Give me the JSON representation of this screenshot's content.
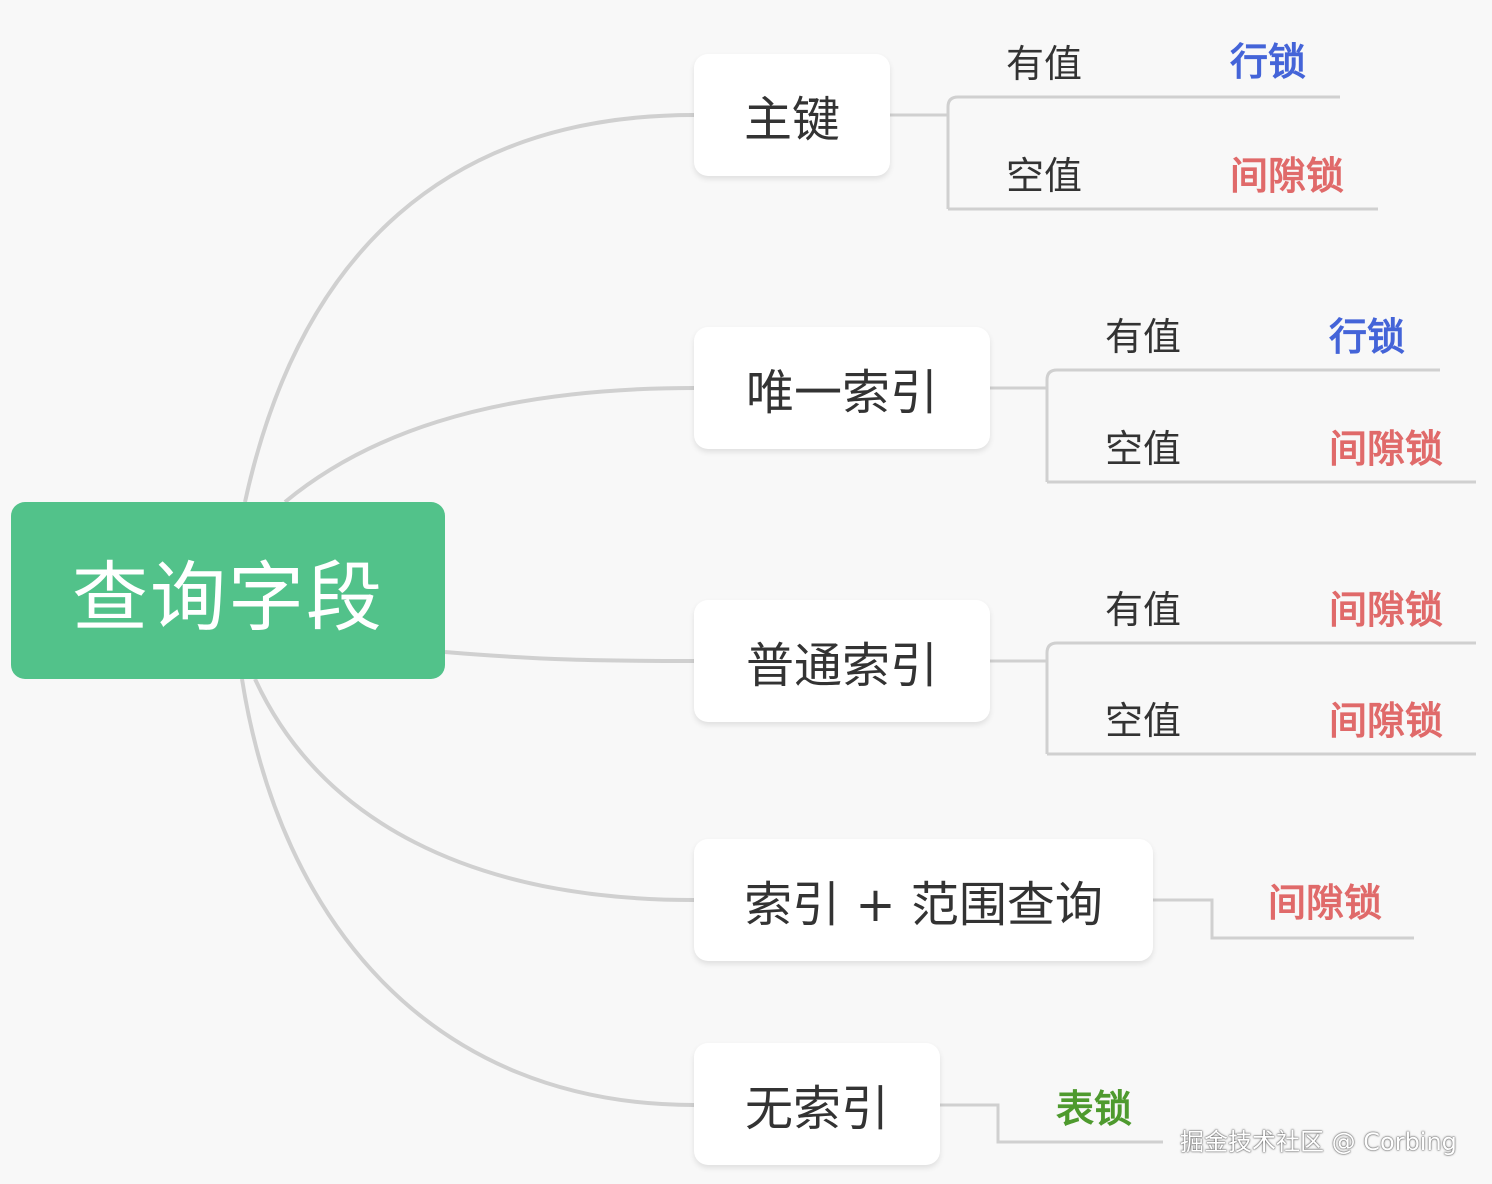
{
  "root": {
    "label": "查询字段"
  },
  "branches": [
    {
      "label": "主键",
      "leaves": [
        {
          "condition": "有值",
          "lock": "行锁",
          "lock_type": "row"
        },
        {
          "condition": "空值",
          "lock": "间隙锁",
          "lock_type": "gap"
        }
      ]
    },
    {
      "label": "唯一索引",
      "leaves": [
        {
          "condition": "有值",
          "lock": "行锁",
          "lock_type": "row"
        },
        {
          "condition": "空值",
          "lock": "间隙锁",
          "lock_type": "gap"
        }
      ]
    },
    {
      "label": "普通索引",
      "leaves": [
        {
          "condition": "有值",
          "lock": "间隙锁",
          "lock_type": "gap"
        },
        {
          "condition": "空值",
          "lock": "间隙锁",
          "lock_type": "gap"
        }
      ]
    },
    {
      "label": "索引 + 范围查询",
      "leaves": [
        {
          "lock": "间隙锁",
          "lock_type": "gap"
        }
      ]
    },
    {
      "label": "无索引",
      "leaves": [
        {
          "lock": "表锁",
          "lock_type": "table"
        }
      ]
    }
  ],
  "watermark": "掘金技术社区 @ Corbing",
  "colors": {
    "root_fill": "#52c28a",
    "row_lock": "#4464d8",
    "gap_lock": "#e06a6a",
    "table_lock": "#4e9a2e",
    "connector": "#d0d0d0"
  }
}
